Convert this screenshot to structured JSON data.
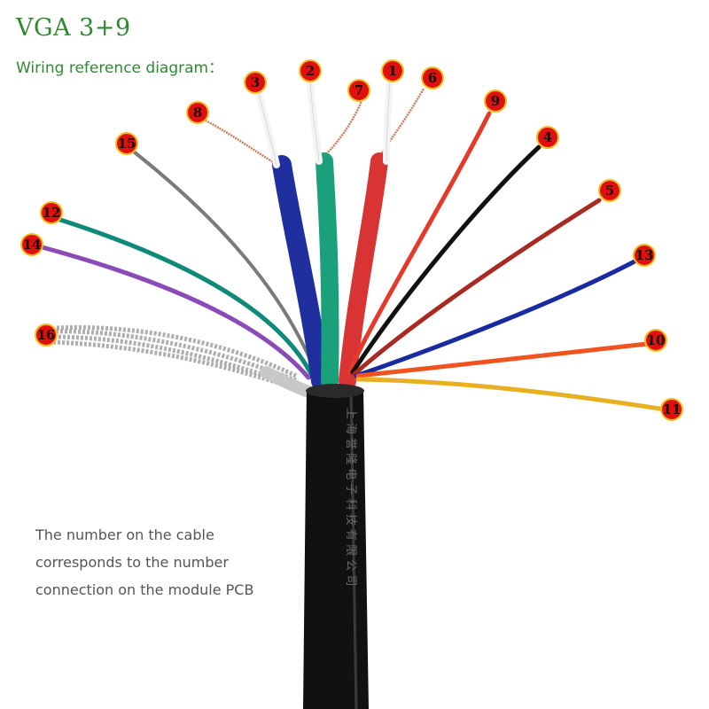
{
  "header": {
    "title": "VGA 3+9",
    "subtitle": "Wiring reference diagram："
  },
  "note": "The number on the cable corresponds to the number connection on the module PCB",
  "cable": {
    "jacket_text": "上 海 誉 隆 电 子 科 技 有 限 公 司",
    "jacket_color": "#111111",
    "shield_color": "#9a9a9a"
  },
  "wires": [
    {
      "label": "1",
      "color": "#d83434",
      "kind": "coax-core"
    },
    {
      "label": "2",
      "color": "#1aa07a",
      "kind": "coax-core"
    },
    {
      "label": "3",
      "color": "#1f2f9e",
      "kind": "coax-core"
    },
    {
      "label": "4",
      "color": "#111111",
      "kind": "wire"
    },
    {
      "label": "5",
      "color": "#a82a22",
      "kind": "wire"
    },
    {
      "label": "6",
      "color": "#c88060",
      "kind": "drain"
    },
    {
      "label": "7",
      "color": "#c88060",
      "kind": "drain"
    },
    {
      "label": "8",
      "color": "#c88060",
      "kind": "drain"
    },
    {
      "label": "9",
      "color": "#e33a2a",
      "kind": "wire"
    },
    {
      "label": "10",
      "color": "#f0541e",
      "kind": "wire"
    },
    {
      "label": "11",
      "color": "#e8b020",
      "kind": "wire"
    },
    {
      "label": "12",
      "color": "#0f8a7a",
      "kind": "wire"
    },
    {
      "label": "13",
      "color": "#1a2aa0",
      "kind": "wire"
    },
    {
      "label": "14",
      "color": "#8a4ab8",
      "kind": "wire"
    },
    {
      "label": "15",
      "color": "#7a7a7a",
      "kind": "wire"
    },
    {
      "label": "16",
      "color": "#a0a0a0",
      "kind": "braid"
    }
  ],
  "label_badge": {
    "fill": "#e01010",
    "ring": "#f0c020"
  }
}
